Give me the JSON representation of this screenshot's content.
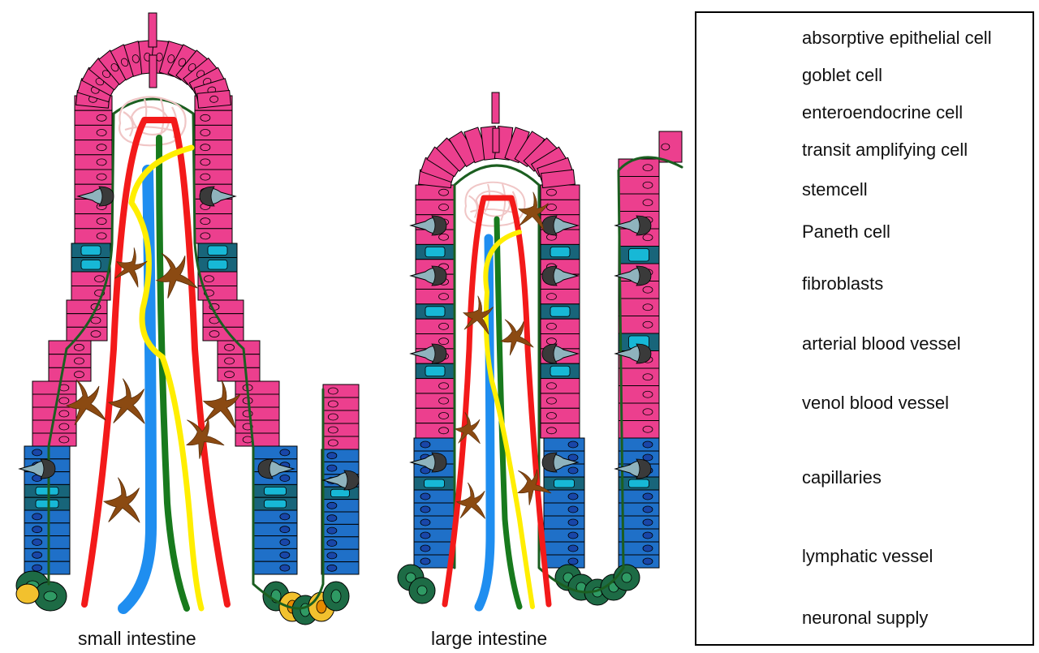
{
  "captions": {
    "small": "small intestine",
    "large": "large intestine"
  },
  "legend": [
    {
      "label": "absorptive epithelial cell",
      "icon": "absorptive-cell-icon"
    },
    {
      "label": "goblet cell",
      "icon": "goblet-cell-icon"
    },
    {
      "label": "enteroendocrine cell",
      "icon": "enteroendocrine-cell-icon"
    },
    {
      "label": "transit amplifying cell",
      "icon": "transit-amplifying-cell-icon"
    },
    {
      "label": "stemcell",
      "icon": "stem-cell-icon"
    },
    {
      "label": "Paneth cell",
      "icon": "paneth-cell-icon"
    },
    {
      "label": "fibroblasts",
      "icon": "fibroblast-icon"
    },
    {
      "label": "arterial blood vessel",
      "icon": "artery-icon"
    },
    {
      "label": "venol blood vessel",
      "icon": "vein-icon"
    },
    {
      "label": "capillaries",
      "icon": "capillaries-icon"
    },
    {
      "label": "lymphatic vessel",
      "icon": "lymphatic-vessel-icon"
    },
    {
      "label": "neuronal supply",
      "icon": "nerve-icon"
    }
  ],
  "colors": {
    "absorptive": "#ec3f8e",
    "goblet": "#8fb3bd",
    "enteroendocrine": "#17b8d6",
    "transit": "#1f70c8",
    "stem": "#1d6b45",
    "paneth": "#f2c12e",
    "fibroblast": "#8b4a12",
    "artery": "#f31a1a",
    "vein": "#1f8ef0",
    "capillary": "#f0c6c6",
    "lymph": "#187a1d",
    "nerve": "#ffee00"
  }
}
